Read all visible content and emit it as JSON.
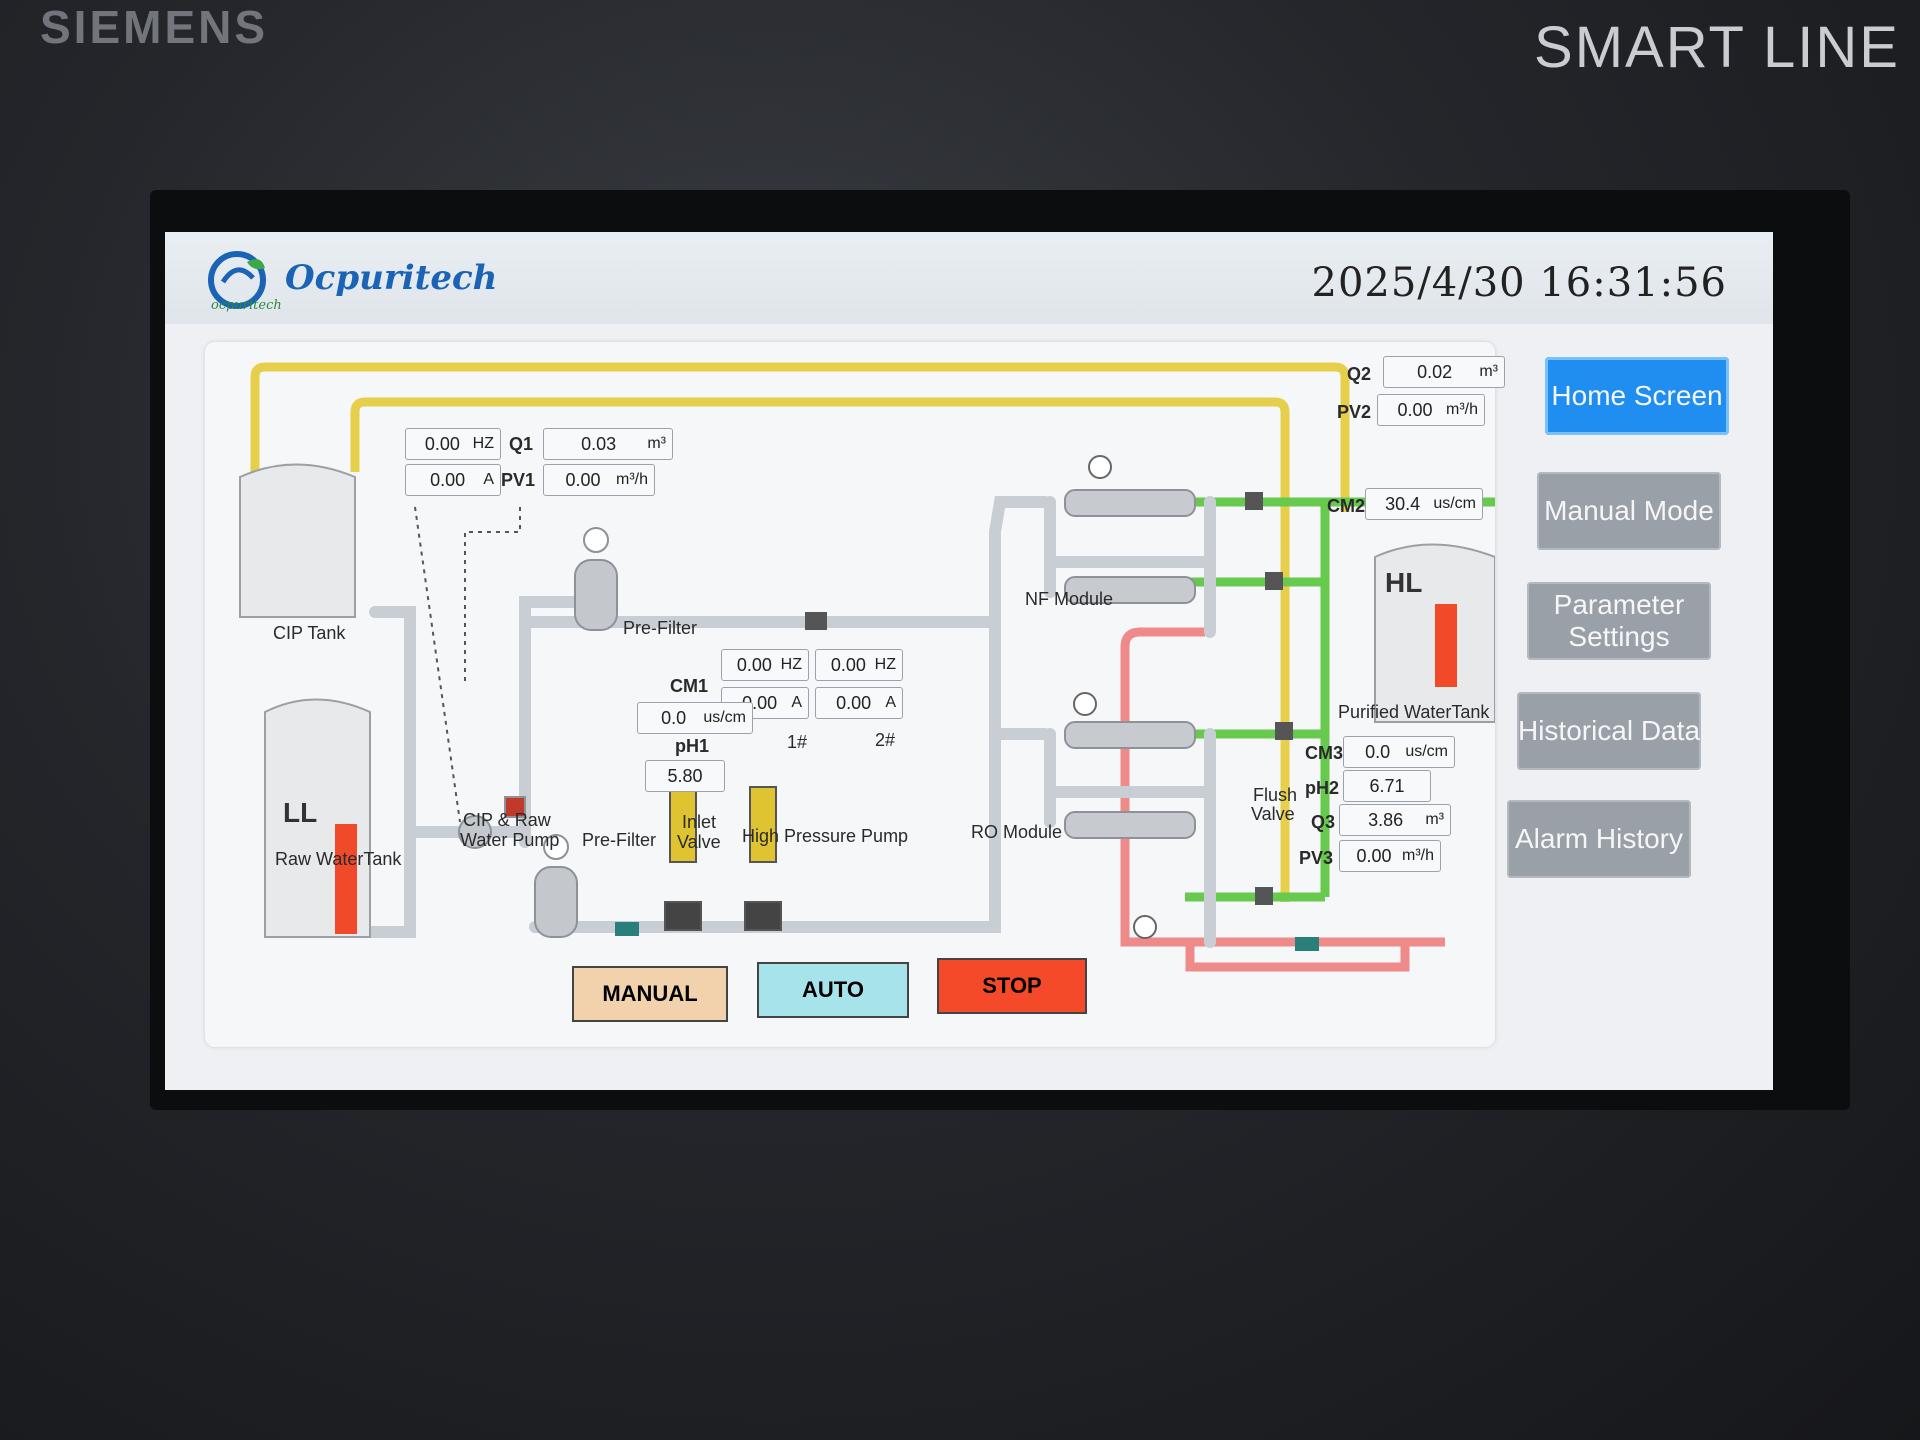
{
  "bezel": {
    "brand_left": "SIEMENS",
    "brand_right": "SMART LINE"
  },
  "header": {
    "logo_text": "Ocpuritech",
    "logo_sub": "ocpuritech",
    "datetime": "2025/4/30 16:31:56"
  },
  "nav": [
    {
      "label": "Home Screen",
      "active": true
    },
    {
      "label": "Manual Mode",
      "active": false
    },
    {
      "label": "Parameter Settings",
      "active": false
    },
    {
      "label": "Historical Data",
      "active": false
    },
    {
      "label": "Alarm History",
      "active": false
    }
  ],
  "labels": {
    "cip_tank": "CIP Tank",
    "raw_tank": "Raw WaterTank",
    "raw_level": "LL",
    "purified_tank": "Purified WaterTank",
    "purified_level": "HL",
    "cip_pump_1": "CIP & Raw",
    "cip_pump_2": "Water Pump",
    "prefilter_top": "Pre-Filter",
    "prefilter_bottom": "Pre-Filter",
    "inlet_valve_1": "Inlet",
    "inlet_valve_2": "Valve",
    "hp_pump": "High Pressure Pump",
    "pump1": "1#",
    "pump2": "2#",
    "nf_module": "NF Module",
    "ro_module": "RO Module",
    "flush_valve_1": "Flush",
    "flush_valve_2": "Valve"
  },
  "readings": {
    "cip_pump_hz": {
      "value": "0.00",
      "unit": "HZ"
    },
    "cip_pump_a": {
      "value": "0.00",
      "unit": "A"
    },
    "q1": {
      "tag": "Q1",
      "value": "0.03",
      "unit": "m³"
    },
    "pv1": {
      "tag": "PV1",
      "value": "0.00",
      "unit": "m³/h"
    },
    "hp1_hz": {
      "value": "0.00",
      "unit": "HZ"
    },
    "hp1_a": {
      "value": "0.00",
      "unit": "A"
    },
    "hp2_hz": {
      "value": "0.00",
      "unit": "HZ"
    },
    "hp2_a": {
      "value": "0.00",
      "unit": "A"
    },
    "cm1": {
      "tag": "CM1",
      "value": "0.0",
      "unit": "us/cm"
    },
    "ph1": {
      "tag": "pH1",
      "value": "5.80"
    },
    "q2": {
      "tag": "Q2",
      "value": "0.02",
      "unit": "m³"
    },
    "pv2": {
      "tag": "PV2",
      "value": "0.00",
      "unit": "m³/h"
    },
    "cm2": {
      "tag": "CM2",
      "value": "30.4",
      "unit": "us/cm"
    },
    "cm3": {
      "tag": "CM3",
      "value": "0.0",
      "unit": "us/cm"
    },
    "ph2": {
      "tag": "pH2",
      "value": "6.71"
    },
    "q3": {
      "tag": "Q3",
      "value": "3.86",
      "unit": "m³"
    },
    "pv3": {
      "tag": "PV3",
      "value": "0.00",
      "unit": "m³/h"
    }
  },
  "levels": {
    "raw_tank_fraction": 0.55,
    "purified_tank_fraction": 0.55
  },
  "controls": {
    "manual": "MANUAL",
    "auto": "AUTO",
    "stop": "STOP"
  },
  "colors": {
    "pipe_yellow": "#e6cf4a",
    "pipe_green": "#67c94e",
    "pipe_pink": "#ee8a8a",
    "pipe_grey": "#c9ced4",
    "level_red": "#f04a2a",
    "nav_active": "#1f8ef0",
    "btn_manual": "#f2d2ad",
    "btn_auto": "#a7e3ea",
    "btn_stop": "#f54a2a"
  }
}
